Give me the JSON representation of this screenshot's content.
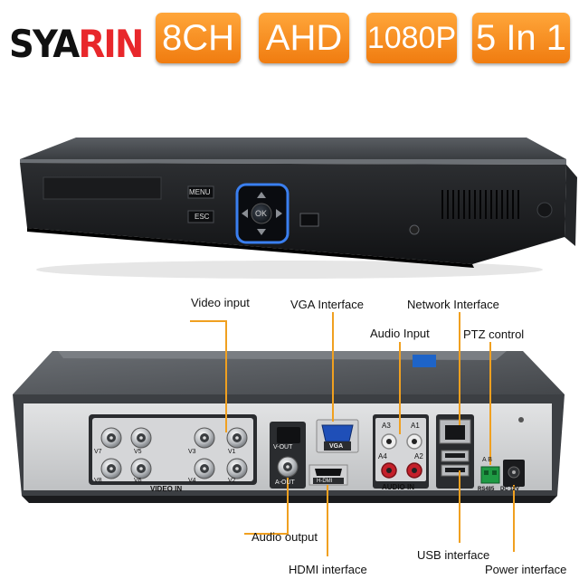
{
  "brand": {
    "name": "SYARIN"
  },
  "badges": [
    "8CH",
    "AHD",
    "1080P",
    "5 In 1"
  ],
  "front_panel": {
    "menu_label": "MENU",
    "esc_label": "ESC",
    "ok_label": "OK"
  },
  "back_panel": {
    "port_labels": {
      "v7": "V7",
      "v5": "V5",
      "v3": "V3",
      "v1": "V1",
      "v8": "V8",
      "v6": "V6",
      "v4": "V4",
      "v2": "V2",
      "video_in": "VIDEO IN",
      "v_out": "V-OUT",
      "a_out": "A-OUT",
      "vga": "VGA",
      "hdmi": "H-DMI",
      "a3": "A3",
      "a1": "A1",
      "a4": "A4",
      "a2": "A2",
      "audio_in": "AUDIO IN",
      "ab": "A  B",
      "rs485": "RS485",
      "dc12v": "DC 12V"
    }
  },
  "callouts": {
    "video_input": "Video input",
    "vga_interface": "VGA Interface",
    "network_interface": "Network Interface",
    "audio_input": "Audio Input",
    "ptz_control": "PTZ control",
    "audio_output": "Audio output",
    "hdmi_interface": "HDMI interface",
    "usb_interface": "USB interface",
    "power_interface": "Power interface"
  },
  "colors": {
    "accent": "#f08a1c",
    "brand_red": "#e8272b",
    "callout_line": "#f0a020"
  }
}
